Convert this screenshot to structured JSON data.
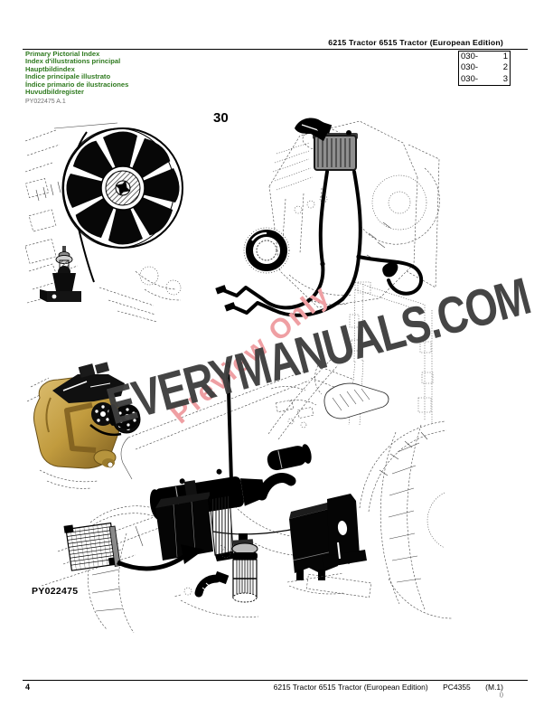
{
  "header": {
    "title": "6215 Tractor 6515 Tractor (European Edition)"
  },
  "ref_box": {
    "rows": [
      {
        "code": "030-",
        "num": "1"
      },
      {
        "code": "030-",
        "num": "2"
      },
      {
        "code": "030-",
        "num": "3"
      }
    ]
  },
  "index_block": {
    "lines": [
      "Primary Pictorial Index",
      "Index d'illustrations principal",
      "Hauptbildindex",
      "Indice principale illustrato",
      "Índice primario de ilustraciones",
      "Huvudbildregister"
    ],
    "caption": "PY022475 A.1"
  },
  "figure": {
    "number": "30",
    "image_label": "PY022475"
  },
  "watermarks": {
    "site": "EVERYMANUALS.COM",
    "preview": "Preview Only"
  },
  "footer": {
    "page_number": "4",
    "title": "6215 Tractor 6515 Tractor (European Edition)",
    "code": "PC4355",
    "revision": "(M.1)",
    "mark": "()"
  },
  "colors": {
    "index_green": "#2f7a1f",
    "caption_gray": "#6e6e6e",
    "watermark_gray": "#3e3e3e",
    "watermark_pink": "#ef9fa3",
    "part_yellow": "#c19b3e"
  }
}
